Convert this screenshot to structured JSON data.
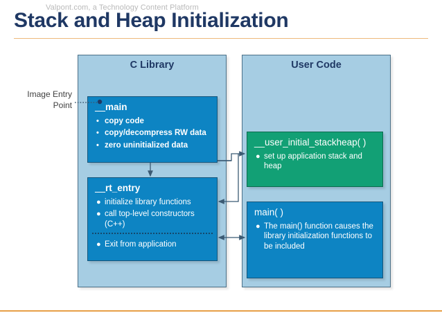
{
  "header": {
    "watermark": "Valpont.com, a Technology Content Platform",
    "title": "Stack and Heap Initialization",
    "rule_color": "#e79f47"
  },
  "annotations": {
    "entry_point_label": "Image Entry\nPoint",
    "entry_point_line1": "Image Entry",
    "entry_point_line2": "Point"
  },
  "colors": {
    "panel_fill": "#a6cde3",
    "panel_border": "#4a6f86",
    "box_blue": "#0d84c3",
    "box_green": "#12a075",
    "title_navy": "#1f3864",
    "accent_orange": "#e79f47",
    "connector": "#3b5a73",
    "label_gray": "#404040"
  },
  "panels": [
    {
      "id": "c-library",
      "title": "C Library",
      "boxes": [
        {
          "id": "main",
          "title": "__main",
          "title_underline_prefix": "__",
          "title_rest": "main",
          "style": "blue",
          "bullets": [
            "copy code",
            "copy/decompress RW data",
            "zero uninitialized data"
          ]
        },
        {
          "id": "rt-entry",
          "title": "__rt_entry",
          "title_underline_prefix": "__",
          "title_rest": "rt_entry",
          "style": "blue",
          "bullets": [
            "initialize library functions",
            "call top-level constructors (C++)"
          ],
          "divider": true,
          "bullets_below": [
            "Exit from application"
          ]
        }
      ]
    },
    {
      "id": "user-code",
      "title": "User Code",
      "boxes": [
        {
          "id": "stackheap",
          "title": "__user_initial_stackheap( )",
          "style": "green",
          "bullets": [
            "set up application stack and heap"
          ]
        },
        {
          "id": "main-fn",
          "title": "main( )",
          "style": "blue",
          "bullets": [
            "The main() function causes the library initialization functions to be included"
          ]
        }
      ]
    }
  ],
  "connectors": [
    {
      "id": "entry-to-main",
      "kind": "dotted",
      "from": "Image Entry Point",
      "to": "__main"
    },
    {
      "id": "main-to-rt-entry",
      "kind": "arrow-down",
      "from": "__main",
      "to": "__rt_entry"
    },
    {
      "id": "main-to-stackheap",
      "kind": "arrow-right",
      "from": "__main",
      "to": "__user_initial_stackheap( )"
    },
    {
      "id": "stackheap-to-rt-entry",
      "kind": "arrow-left",
      "from": "__user_initial_stackheap( )",
      "to": "__rt_entry"
    },
    {
      "id": "rt-entry-main-fn",
      "kind": "arrow-both",
      "from": "__rt_entry",
      "to": "main( )"
    }
  ]
}
